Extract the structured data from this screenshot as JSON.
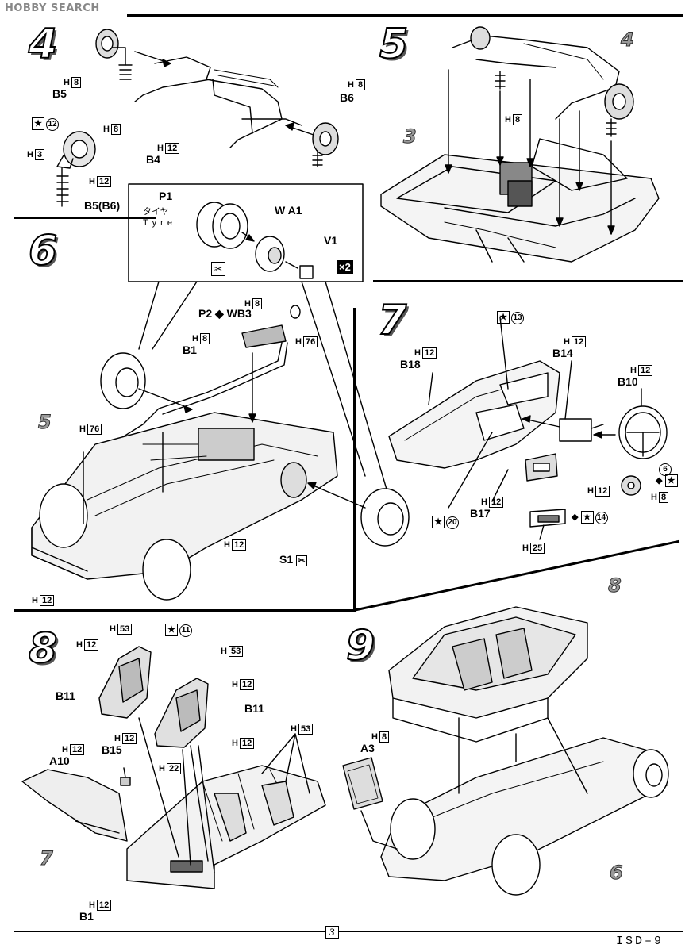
{
  "header": {
    "logo_text": "HOBBY SEARCH"
  },
  "footer": {
    "page_number": "3",
    "code": "ISD–9"
  },
  "steps": {
    "s4": {
      "number": "4",
      "h_b5": "H",
      "h_b5_num": "8",
      "b5": "B5",
      "h_b6": "H",
      "h_b6_num": "8",
      "b6": "B6",
      "h_b4": "H",
      "h_b4_num": "12",
      "b4": "B4",
      "detail_star_num": "12",
      "detail_h3": "H",
      "detail_h3_num": "3",
      "detail_h8": "H",
      "detail_h8_num": "8",
      "detail_h12": "H",
      "detail_h12_num": "12",
      "detail_label": "B5(B6)"
    },
    "s5": {
      "number": "5",
      "ref4": "4",
      "ref3": "3",
      "h": "H",
      "h_num": "8"
    },
    "s6": {
      "number": "6",
      "p1": "P1",
      "tyre_jp": "タイヤ",
      "tyre_en": "T y r e",
      "wa1": "W A1",
      "v1": "V1",
      "x2": "×2",
      "h8": "H",
      "h8_num": "8",
      "p2": "P2",
      "wb3": "WB3",
      "h76a": "H",
      "h76a_num": "76",
      "h8b": "H",
      "h8b_num": "8",
      "b1": "B1",
      "ref5": "5",
      "h76b": "H",
      "h76b_num": "76",
      "h12a": "H",
      "h12a_num": "12",
      "s1": "S1",
      "h12b": "H",
      "h12b_num": "12"
    },
    "s7": {
      "number": "7",
      "star_num": "13",
      "h12a": "H",
      "h12a_num": "12",
      "b18": "B18",
      "h12b": "H",
      "h12b_num": "12",
      "b14": "B14",
      "h12c": "H",
      "h12c_num": "12",
      "b10": "B10",
      "num6": "6",
      "h12d": "H",
      "h12d_num": "12",
      "h8": "H",
      "h8_num": "8",
      "h12e": "H",
      "h12e_num": "12",
      "b17": "B17",
      "star20": "20",
      "star14": "14",
      "h25": "H",
      "h25_num": "25"
    },
    "s8": {
      "number": "8",
      "h53a": "H",
      "h53a_num": "53",
      "star11": "11",
      "h12a": "H",
      "h12a_num": "12",
      "h53b": "H",
      "h53b_num": "53",
      "h12b": "H",
      "h12b_num": "12",
      "b11a": "B11",
      "b11b": "B11",
      "h12c": "H",
      "h12c_num": "12",
      "b15": "B15",
      "h12d": "H",
      "h12d_num": "12",
      "a10": "A10",
      "h22": "H",
      "h22_num": "22",
      "h12e": "H",
      "h12e_num": "12",
      "h53c": "H",
      "h53c_num": "53",
      "ref7": "7",
      "h12f": "H",
      "h12f_num": "12",
      "b1": "B1"
    },
    "s9": {
      "number": "9",
      "ref8": "8",
      "ref6": "6",
      "h8": "H",
      "h8_num": "8",
      "a3": "A3"
    }
  }
}
